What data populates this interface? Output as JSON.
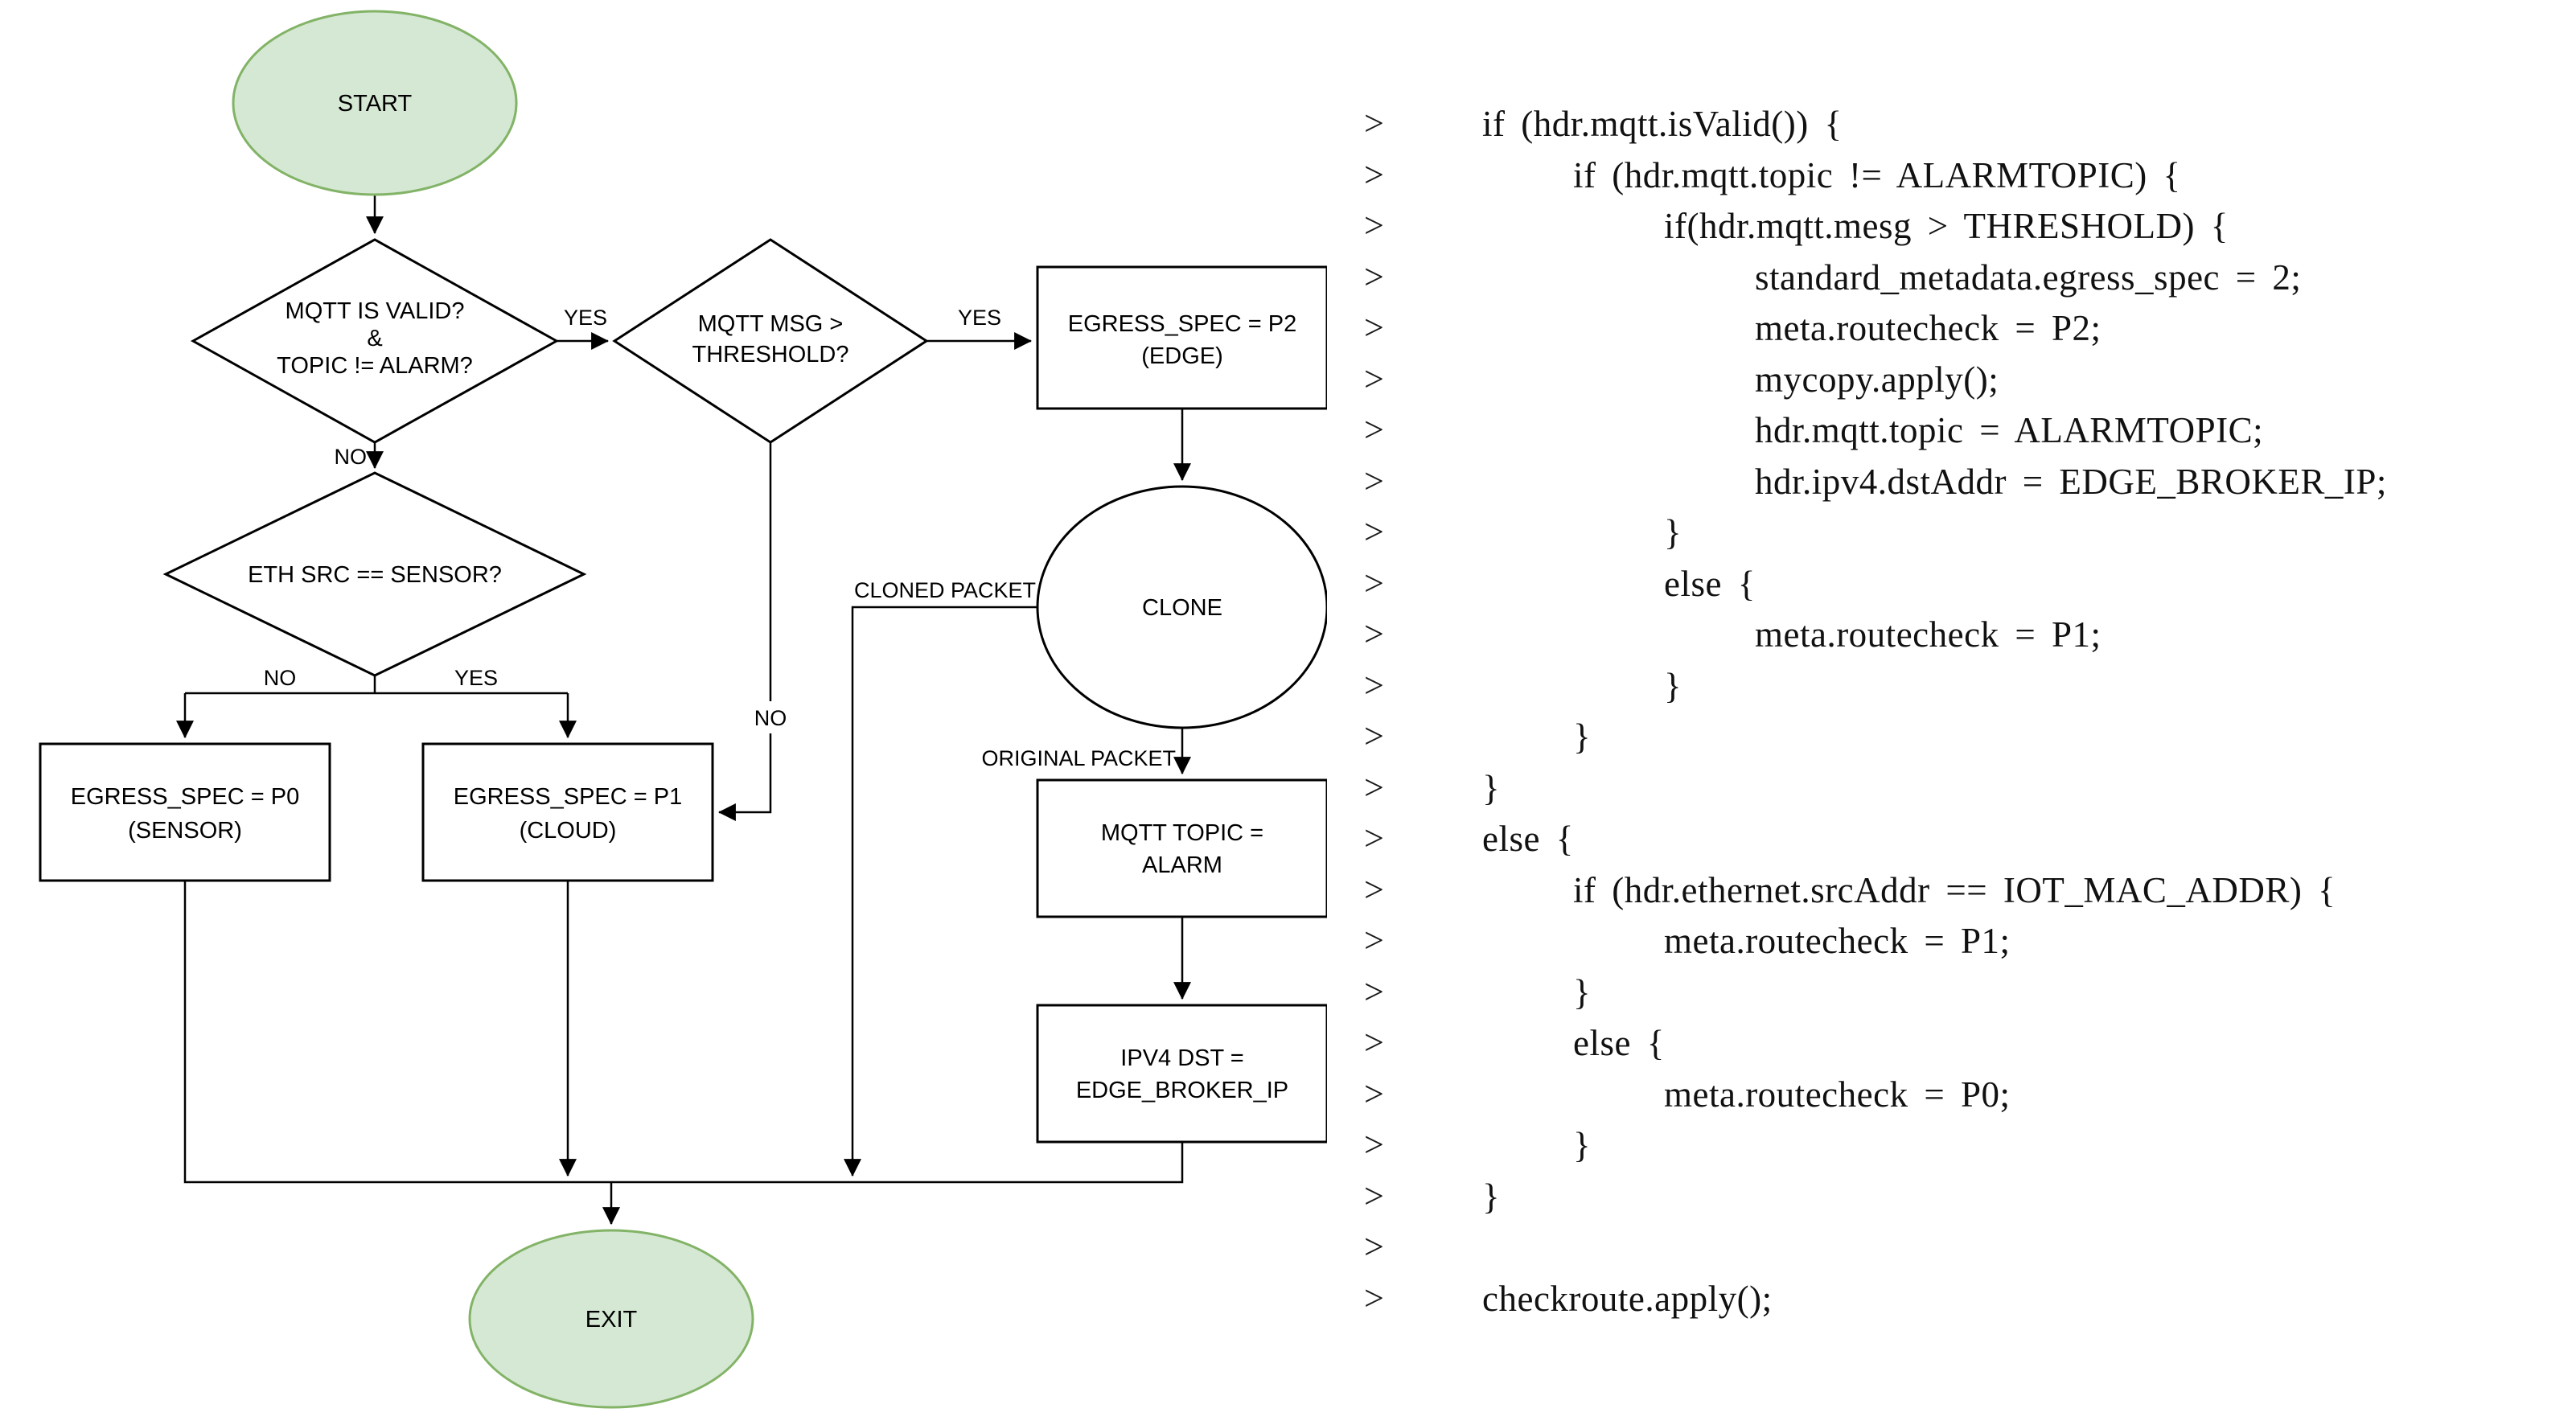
{
  "flowchart": {
    "nodes": {
      "start": {
        "label": "START"
      },
      "valid_topic_decision": {
        "line1": "MQTT IS VALID?",
        "line2": "&",
        "line3": "TOPIC != ALARM?"
      },
      "threshold_decision": {
        "line1": "MQTT MSG >",
        "line2": "THRESHOLD?"
      },
      "egress_p2": {
        "line1": "EGRESS_SPEC = P2",
        "line2": "(EDGE)"
      },
      "clone": {
        "label": "CLONE"
      },
      "eth_src_decision": {
        "label": "ETH SRC == SENSOR?"
      },
      "egress_p0": {
        "line1": "EGRESS_SPEC = P0",
        "line2": "(SENSOR)"
      },
      "egress_p1": {
        "line1": "EGRESS_SPEC = P1",
        "line2": "(CLOUD)"
      },
      "mqtt_topic_alarm": {
        "line1": "MQTT TOPIC =",
        "line2": "ALARM"
      },
      "ipv4_dst": {
        "line1": "IPV4 DST =",
        "line2": "EDGE_BROKER_IP"
      },
      "exit": {
        "label": "EXIT"
      }
    },
    "edge_labels": {
      "yes_valid": "YES",
      "no_valid": "NO",
      "yes_threshold": "YES",
      "no_threshold": "NO",
      "no_eth": "NO",
      "yes_eth": "YES",
      "cloned_packet": "CLONED PACKET",
      "original_packet": "ORIGINAL PACKET"
    },
    "colors": {
      "terminal_fill": "#d5e8d4",
      "terminal_stroke": "#82b366",
      "line_color": "#000000"
    }
  },
  "code_panel": {
    "prompt": ">",
    "lines": [
      {
        "indent": 0,
        "text": "if (hdr.mqtt.isValid()) {"
      },
      {
        "indent": 1,
        "text": "if (hdr.mqtt.topic != ALARMTOPIC) {"
      },
      {
        "indent": 2,
        "text": "if(hdr.mqtt.mesg > THRESHOLD) {"
      },
      {
        "indent": 3,
        "text": "standard_metadata.egress_spec = 2;"
      },
      {
        "indent": 3,
        "text": "meta.routecheck = P2;"
      },
      {
        "indent": 3,
        "text": "mycopy.apply();"
      },
      {
        "indent": 3,
        "text": "hdr.mqtt.topic = ALARMTOPIC;"
      },
      {
        "indent": 3,
        "text": "hdr.ipv4.dstAddr = EDGE_BROKER_IP;"
      },
      {
        "indent": 2,
        "text": "}"
      },
      {
        "indent": 2,
        "text": "else {"
      },
      {
        "indent": 3,
        "text": "meta.routecheck = P1;"
      },
      {
        "indent": 2,
        "text": "}"
      },
      {
        "indent": 1,
        "text": "}"
      },
      {
        "indent": 0,
        "text": "}"
      },
      {
        "indent": 0,
        "text": "else {"
      },
      {
        "indent": 1,
        "text": "if (hdr.ethernet.srcAddr == IOT_MAC_ADDR) {"
      },
      {
        "indent": 2,
        "text": "meta.routecheck = P1;"
      },
      {
        "indent": 1,
        "text": "}"
      },
      {
        "indent": 1,
        "text": "else {"
      },
      {
        "indent": 2,
        "text": "meta.routecheck = P0;"
      },
      {
        "indent": 1,
        "text": "}"
      },
      {
        "indent": 0,
        "text": "}"
      },
      {
        "indent": 0,
        "text": ""
      },
      {
        "indent": 0,
        "text": "checkroute.apply();"
      }
    ]
  }
}
